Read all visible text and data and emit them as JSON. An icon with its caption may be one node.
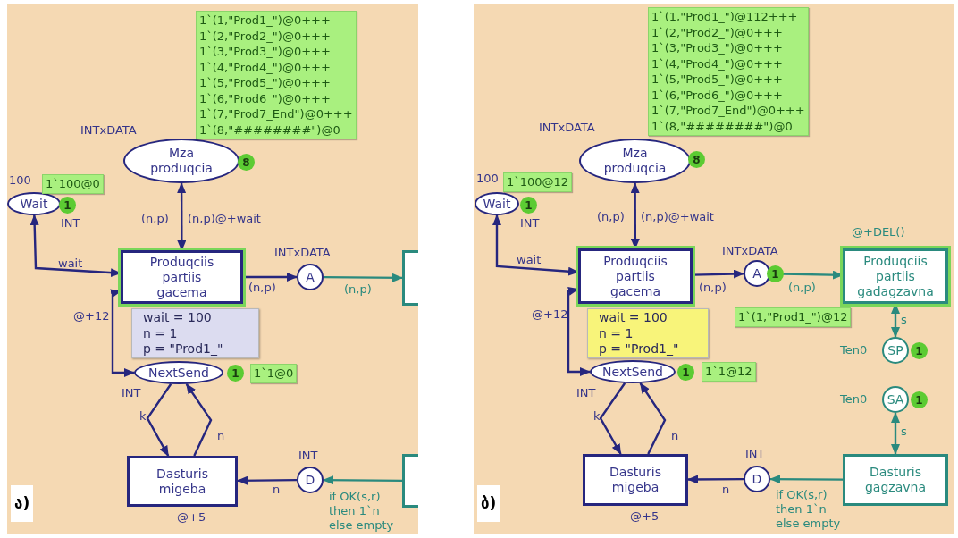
{
  "diagram": {
    "nodes": [
      {
        "text": [
          "ა)"
        ]
      },
      {
        "text": [
          "Mza produqcia"
        ],
        "in": 0,
        "beside": [
          "INTxDATA",
          "8",
          "1`(1,\"Prod1_\")@0+++",
          "1`(2,\"Prod2_\")@0+++",
          "1`(3,\"Prod3_\")@0+++",
          "1`(4,\"Prod4_\")@0+++",
          "1`(5,\"Prod5_\")@0+++",
          "1`(6,\"Prod6_\")@0+++",
          "1`(7,\"Prod7_End\")@0+++",
          "1`(8,\"########\")@0"
        ]
      },
      {
        "text": [
          "Wait"
        ],
        "in": 0,
        "beside": [
          "100",
          "1`100@0",
          "1",
          "INT"
        ]
      },
      {
        "text": [
          "Produqciis partiis gacema"
        ],
        "in": 0,
        "beside": [
          "@+12"
        ]
      },
      {
        "text": [
          "A"
        ],
        "in": 0,
        "beside": [
          "INTxDATA"
        ]
      },
      {
        "text": [],
        "shape": "box",
        "in": 0
      },
      {
        "text": [
          "wait = 100",
          "n = 1",
          "p = \"Prod1_\""
        ],
        "in": 0
      },
      {
        "text": [
          "NextSend"
        ],
        "in": 0,
        "beside": [
          "1",
          "INT"
        ]
      },
      {
        "text": [
          "Dasturis migeba"
        ],
        "in": 0,
        "beside": [
          "@+5"
        ]
      },
      {
        "text": [
          "D"
        ],
        "in": 0,
        "beside": [
          "INT"
        ]
      },
      {
        "text": [],
        "shape": "box",
        "in": 0
      },
      {
        "text": [
          "ბ)"
        ]
      },
      {
        "text": [
          "Mza produqcia"
        ],
        "in": 11,
        "beside": [
          "INTxDATA",
          "8",
          "1`(1,\"Prod1_\")@112+++",
          "1`(2,\"Prod2_\")@0+++",
          "1`(3,\"Prod3_\")@0+++",
          "1`(4,\"Prod4_\")@0+++",
          "1`(5,\"Prod5_\")@0+++",
          "1`(6,\"Prod6_\")@0+++",
          "1`(7,\"Prod7_End\")@0+++",
          "1`(8,\"########\")@0"
        ]
      },
      {
        "text": [
          "Wait"
        ],
        "in": 11,
        "beside": [
          "100",
          "1`100@12",
          "1",
          "INT"
        ]
      },
      {
        "text": [
          "Produqciis partiis gacema"
        ],
        "in": 11,
        "beside": [
          "@+12"
        ]
      },
      {
        "text": [
          "A"
        ],
        "in": 11,
        "beside": [
          "INTxDATA",
          "1"
        ]
      },
      {
        "text": [
          "Produqciis partiis gadagzavna"
        ],
        "in": 11,
        "beside": [
          "@+DEL()"
        ]
      },
      {
        "text": [
          "wait = 100",
          "n = 1",
          "p = \"Prod1_\""
        ],
        "in": 11
      },
      {
        "text": [
          "SP"
        ],
        "in": 11,
        "beside": [
          "Ten0",
          "1"
        ]
      },
      {
        "text": [
          "NextSend"
        ],
        "in": 11,
        "beside": [
          "1",
          "INT"
        ]
      },
      {
        "text": [
          "SA"
        ],
        "in": 11,
        "beside": [
          "Ten0",
          "1"
        ]
      },
      {
        "text": [
          "Dasturis migeba"
        ],
        "in": 11,
        "beside": [
          "@+5"
        ]
      },
      {
        "text": [
          "D"
        ],
        "in": 11,
        "beside": [
          "INT"
        ]
      },
      {
        "text": [
          "Dasturis gagzavna"
        ],
        "in": 11
      }
    ],
    "edges": [
      {
        "from": 3,
        "to": 1,
        "arrow": "both",
        "label": "(n,p)"
      },
      {
        "from": 3,
        "to": 2,
        "arrow": "both",
        "label": "wait"
      },
      {
        "from": 3,
        "to": 4,
        "arrow": "to",
        "label": "(n,p)"
      },
      {
        "from": 4,
        "to": 5,
        "arrow": "to",
        "label": "(n,p)",
        "color": "#2a8a7e"
      },
      {
        "from": 7,
        "to": 3,
        "arrow": "both"
      },
      {
        "from": 7,
        "to": 8,
        "arrow": "to",
        "label": "k"
      },
      {
        "from": 8,
        "to": 7,
        "arrow": "to",
        "label": "n"
      },
      {
        "from": 9,
        "to": 8,
        "arrow": "to",
        "label": "n"
      },
      {
        "from": 10,
        "to": 9,
        "arrow": "to",
        "label": "if OK(s,r) then 1`n else empty",
        "color": "#2a8a7e"
      },
      {
        "from": 14,
        "to": 12,
        "arrow": "both",
        "label": "(n,p)"
      },
      {
        "from": 14,
        "to": 13,
        "arrow": "both",
        "label": "wait"
      },
      {
        "from": 14,
        "to": 15,
        "arrow": "to",
        "label": "(n,p)"
      },
      {
        "from": 15,
        "to": 16,
        "arrow": "to",
        "label": "(n,p)",
        "color": "#2a8a7e"
      },
      {
        "from": 19,
        "to": 14,
        "arrow": "both"
      },
      {
        "from": 19,
        "to": 21,
        "arrow": "to",
        "label": "k"
      },
      {
        "from": 21,
        "to": 19,
        "arrow": "to",
        "label": "n"
      },
      {
        "from": 22,
        "to": 21,
        "arrow": "to",
        "label": "n"
      },
      {
        "from": 23,
        "to": 22,
        "arrow": "to",
        "label": "if OK(s,r) then 1`n else empty",
        "color": "#2a8a7e"
      },
      {
        "from": 16,
        "to": 18,
        "arrow": "both",
        "label": "s",
        "color": "#2a8a7e"
      },
      {
        "from": 20,
        "to": 23,
        "arrow": "both",
        "label": "s",
        "color": "#2a8a7e"
      }
    ],
    "labels": [
      "(n,p)@+wait",
      "1`1@0",
      "(n,p)@+wait",
      "1`(1,\"Prod1_\")@12",
      "1`1@12"
    ]
  }
}
